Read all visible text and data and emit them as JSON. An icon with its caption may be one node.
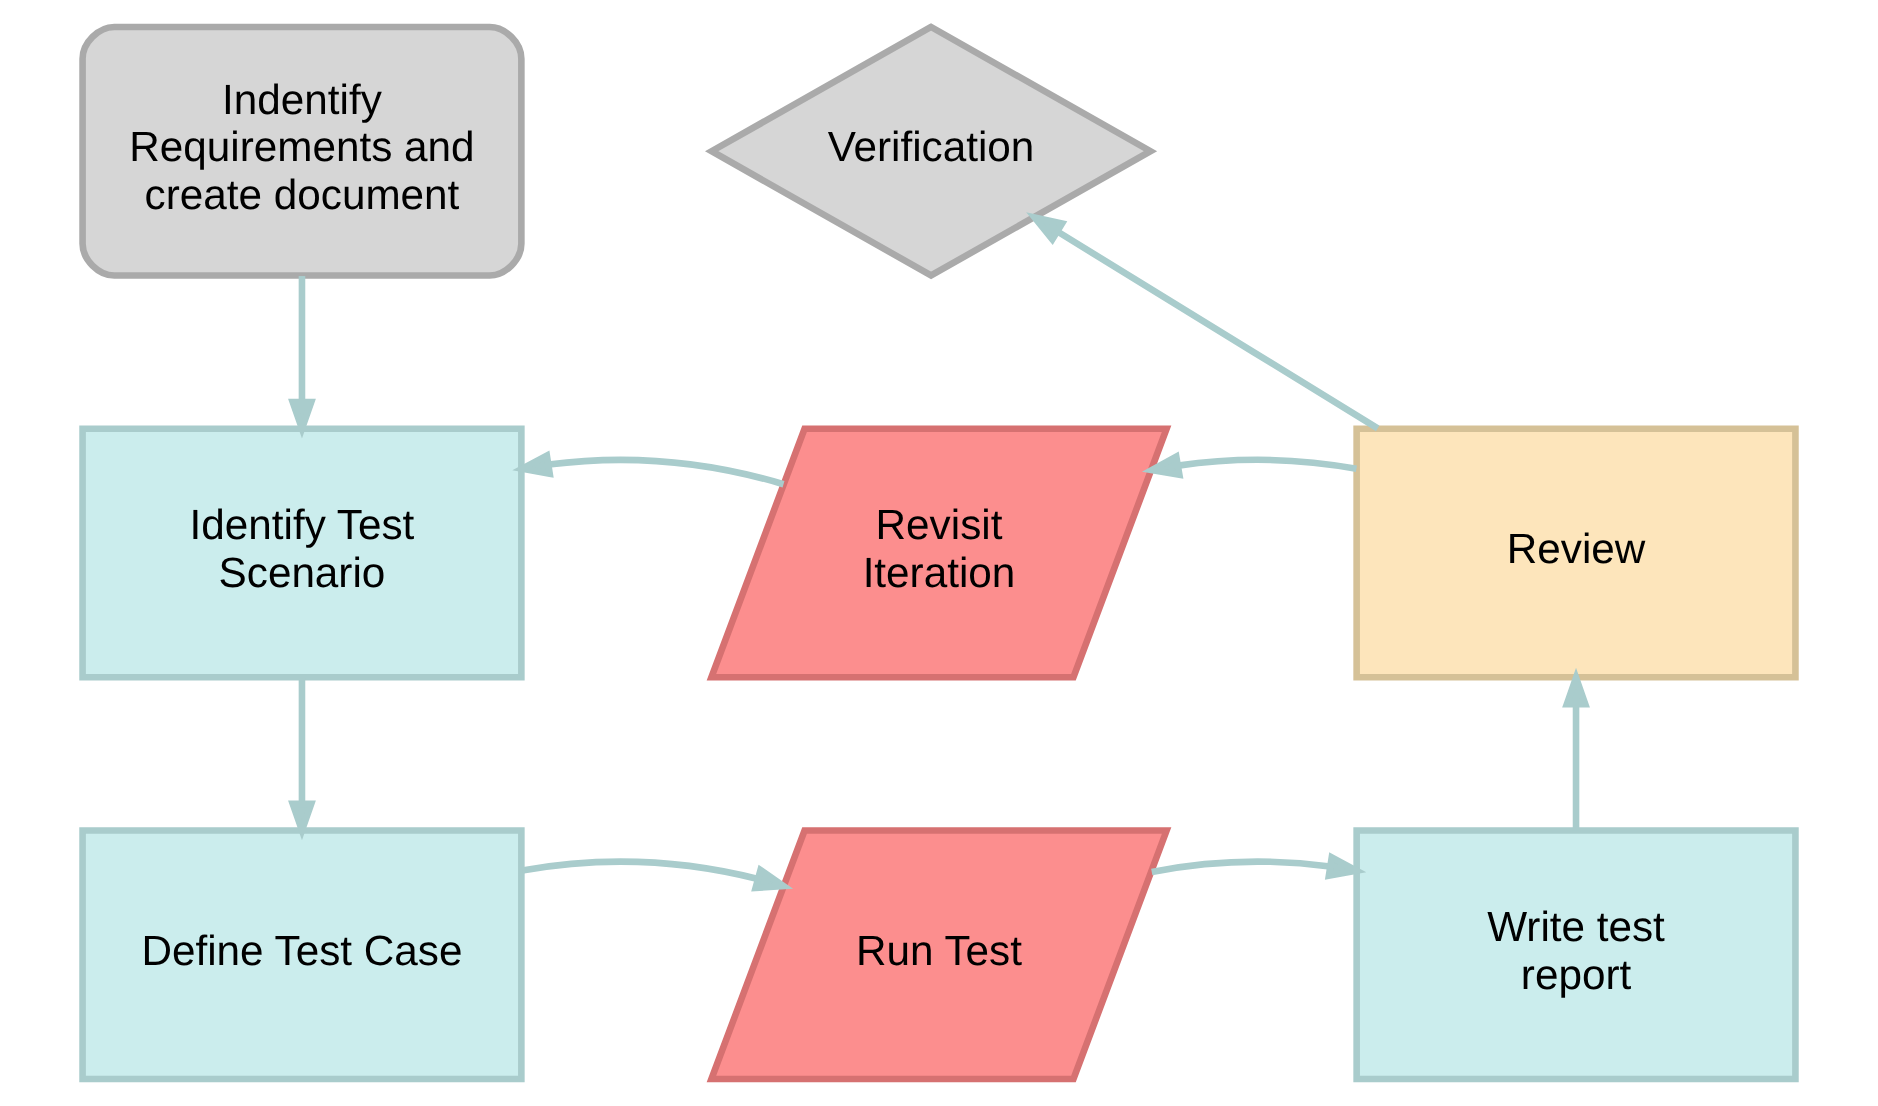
{
  "diagram": {
    "nodes": [
      {
        "text": [
          "Indentify Requirements and create document"
        ]
      },
      {
        "text": [
          "Identify Test Scenario"
        ]
      },
      {
        "text": [
          "Revisit Iteration"
        ]
      },
      {
        "text": [
          "Review"
        ]
      },
      {
        "text": [
          "Verification"
        ]
      },
      {
        "text": [
          "Define Test Case"
        ]
      },
      {
        "text": [
          "Run Test"
        ]
      },
      {
        "text": [
          "Write test report"
        ]
      }
    ],
    "edges": [
      {
        "from": 0,
        "to": 1,
        "arrow": "to"
      },
      {
        "from": 2,
        "to": 1,
        "arrow": "to"
      },
      {
        "from": 3,
        "to": 2,
        "arrow": "to"
      },
      {
        "from": 3,
        "to": 4,
        "arrow": "to"
      },
      {
        "from": 1,
        "to": 5,
        "arrow": "to"
      },
      {
        "from": 5,
        "to": 6,
        "arrow": "to"
      },
      {
        "from": 6,
        "to": 7,
        "arrow": "to"
      },
      {
        "from": 7,
        "to": 3,
        "arrow": "to"
      }
    ]
  }
}
